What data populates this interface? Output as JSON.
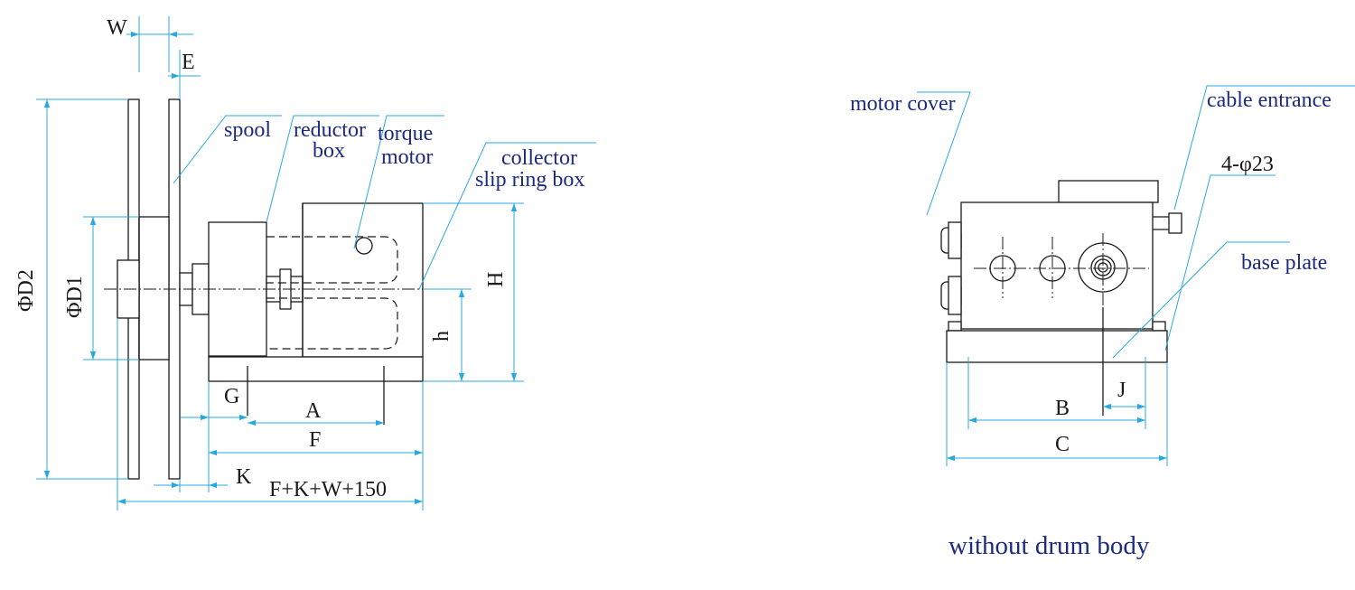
{
  "side_view": {
    "labels": {
      "spool": "spool",
      "reductor_line1": "reductor",
      "reductor_line2": "box",
      "torque_line1": "torque",
      "torque_line2": "motor",
      "collector_line1": "collector",
      "collector_line2": "slip ring box"
    },
    "dimensions": {
      "W": "W",
      "E": "E",
      "D2": "ΦD2",
      "D1": "ΦD1",
      "H": "H",
      "h": "h",
      "G": "G",
      "A": "A",
      "F": "F",
      "K": "K",
      "total": "F+K+W+150"
    }
  },
  "end_view": {
    "labels": {
      "motor_cover": "motor cover",
      "cable_entrance": "cable entrance",
      "holes": "4-φ23",
      "base_plate": "base plate"
    },
    "dimensions": {
      "B": "B",
      "C": "C",
      "J": "J"
    },
    "caption": "without drum body"
  },
  "colors": {
    "dimension_lines": "#29a8e0",
    "label_text": "#1c2a80",
    "outline": "#1a1a1a"
  }
}
